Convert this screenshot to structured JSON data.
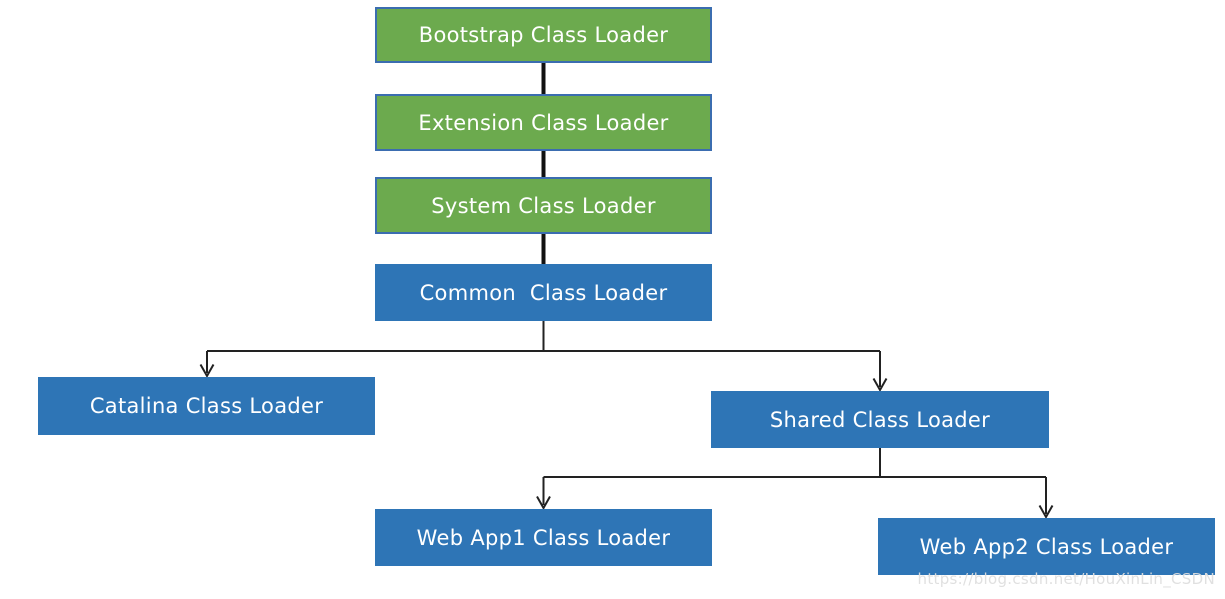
{
  "diagram": {
    "nodes": [
      {
        "id": "bootstrap",
        "label": "Bootstrap Class Loader",
        "fill": "green"
      },
      {
        "id": "extension",
        "label": "Extension Class Loader",
        "fill": "green"
      },
      {
        "id": "system",
        "label": "System Class Loader",
        "fill": "green"
      },
      {
        "id": "common",
        "label": "Common  Class Loader",
        "fill": "blue"
      },
      {
        "id": "catalina",
        "label": "Catalina Class Loader",
        "fill": "blue"
      },
      {
        "id": "shared",
        "label": "Shared Class Loader",
        "fill": "blue"
      },
      {
        "id": "webapp1",
        "label": "Web App1 Class Loader",
        "fill": "blue"
      },
      {
        "id": "webapp2",
        "label": "Web App2 Class Loader",
        "fill": "blue"
      }
    ],
    "edges": [
      {
        "from": "bootstrap",
        "to": "extension",
        "arrow": false
      },
      {
        "from": "extension",
        "to": "system",
        "arrow": false
      },
      {
        "from": "system",
        "to": "common",
        "arrow": false
      },
      {
        "from": "common",
        "to": "catalina",
        "arrow": true
      },
      {
        "from": "common",
        "to": "shared",
        "arrow": true
      },
      {
        "from": "shared",
        "to": "webapp1",
        "arrow": true
      },
      {
        "from": "shared",
        "to": "webapp2",
        "arrow": true
      }
    ],
    "colors": {
      "green_fill": "#6caa4e",
      "green_border": "#3b6db0",
      "blue_fill": "#2e75b6",
      "line": "#1c1c1c",
      "node_text": "#ffffff",
      "watermark_text": "#dedede"
    },
    "watermark": "https://blog.csdn.net/HouXinLin_CSDN"
  }
}
